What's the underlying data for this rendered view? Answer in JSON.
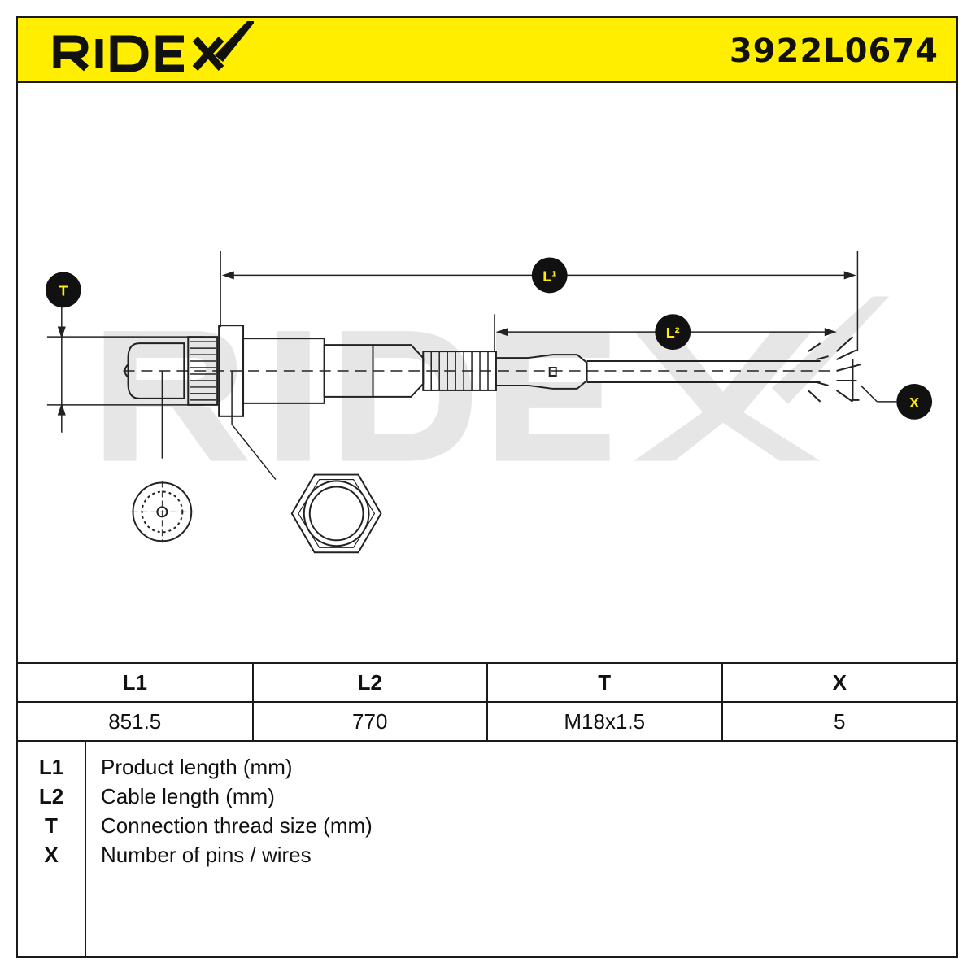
{
  "header": {
    "brand": "RIDEX",
    "part_number": "3922L0674",
    "accent_color": "#ffee00"
  },
  "drawing": {
    "watermark": "RIDEX",
    "callouts": {
      "L1": "L¹",
      "L2": "L²",
      "T": "T",
      "X": "X"
    }
  },
  "spec_table": {
    "headers": [
      "L1",
      "L2",
      "T",
      "X"
    ],
    "values": [
      "851.5",
      "770",
      "M18x1.5",
      "5"
    ]
  },
  "legend": [
    {
      "key": "L1",
      "desc": "Product length (mm)"
    },
    {
      "key": "L2",
      "desc": "Cable length (mm)"
    },
    {
      "key": "T",
      "desc": "Connection thread size (mm)"
    },
    {
      "key": "X",
      "desc": "Number of pins / wires"
    }
  ]
}
